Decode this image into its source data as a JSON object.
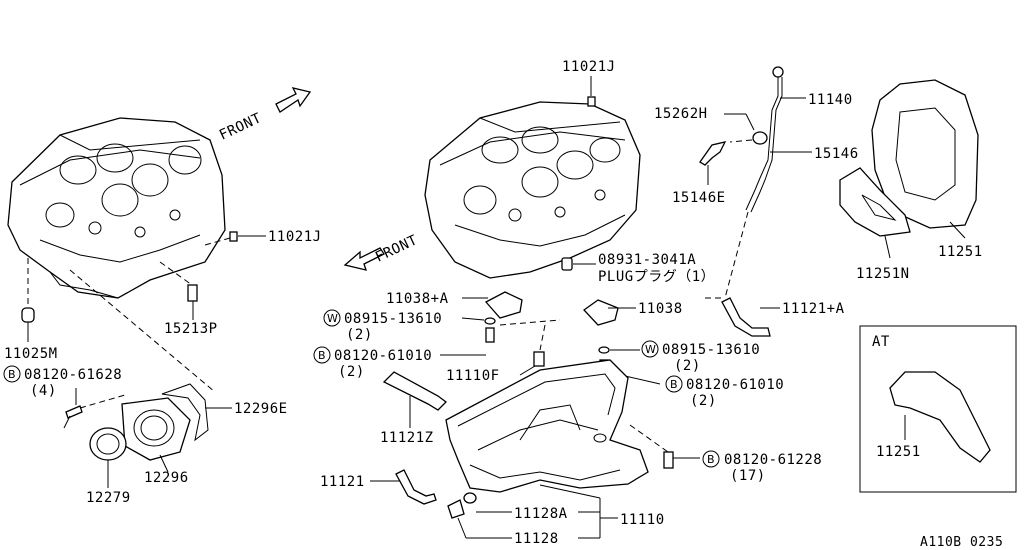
{
  "diagram_id": "A110B 0235",
  "front_labels": [
    "FRONT",
    "FRONT"
  ],
  "at_box_label": "AT",
  "parts": {
    "p11021J_top": "11021J",
    "p11021J_left": "11021J",
    "p11025M": "11025M",
    "p15213P": "15213P",
    "bolt_61628": "08120-61628",
    "bolt_61628_qty": "(4)",
    "p12296E": "12296E",
    "p12296": "12296",
    "p12279": "12279",
    "p15262H": "15262H",
    "p11140": "11140",
    "p15146": "15146",
    "p15146E": "15146E",
    "p11251": "11251",
    "p11251N": "11251N",
    "p11251_at": "11251",
    "plug_num": "08931-3041A",
    "plug_text": "PLUGプラグ（1）",
    "p11038A": "11038+A",
    "washer_13610_left": "08915-13610",
    "washer_13610_left_qty": "(2)",
    "bolt_61010_left": "08120-61010",
    "bolt_61010_left_qty": "(2)",
    "p11038": "11038",
    "p11121A": "11121+A",
    "washer_13610_right": "08915-13610",
    "washer_13610_right_qty": "(2)",
    "bolt_61010_right": "08120-61010",
    "bolt_61010_right_qty": "(2)",
    "p11110F": "11110F",
    "p11121Z": "11121Z",
    "bolt_61228": "08120-61228",
    "bolt_61228_qty": "(17)",
    "p11121": "11121",
    "p11128A": "11128A",
    "p11110": "11110",
    "p11128": "11128"
  },
  "markers": {
    "bolt": "B",
    "washer": "W"
  }
}
